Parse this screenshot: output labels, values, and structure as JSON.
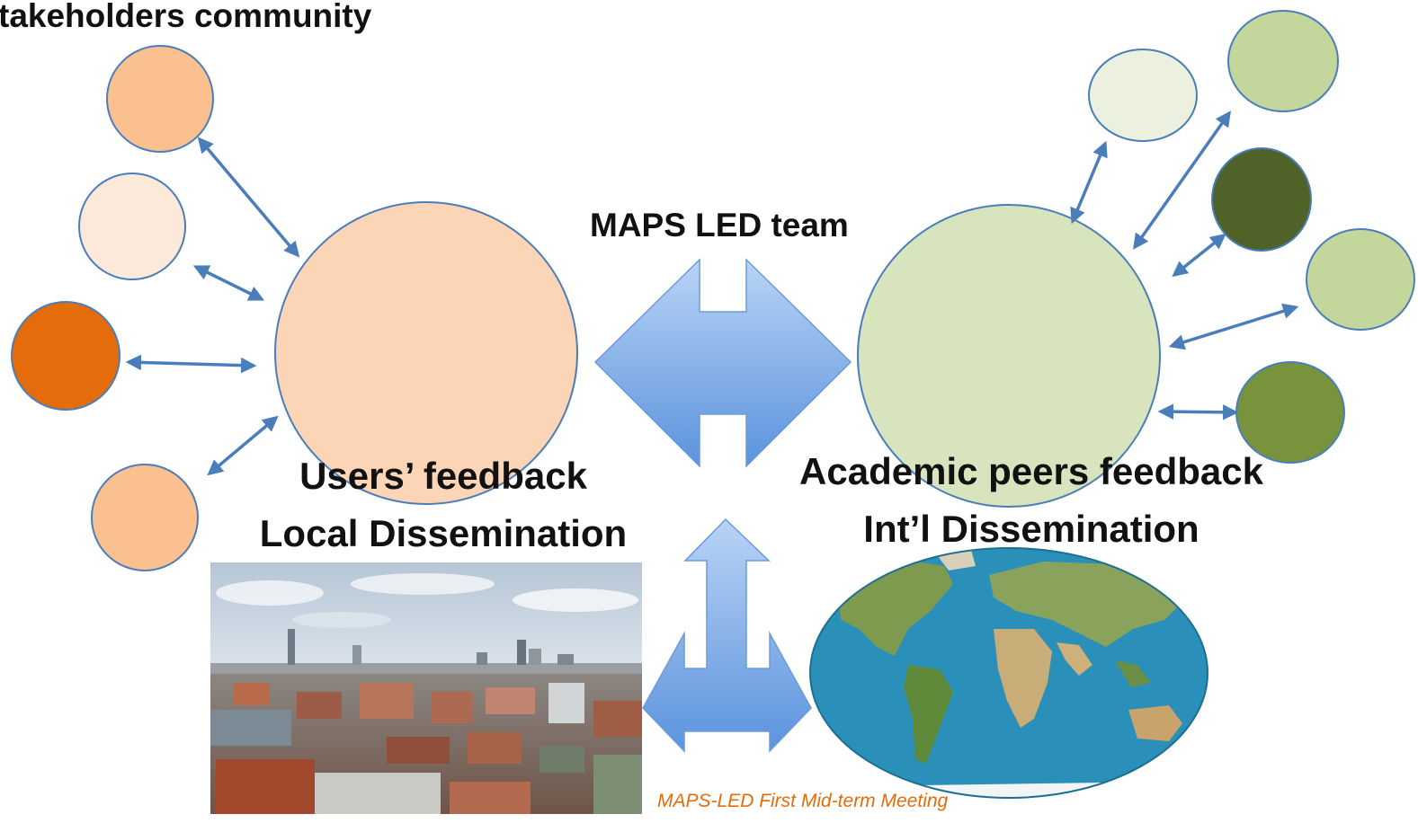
{
  "header": {
    "stakeholders_title": "takeholders community"
  },
  "center": {
    "team_label": "MAPS LED team"
  },
  "left_hub": {
    "line1": "Users’ feedback",
    "line2": "Local Dissemination"
  },
  "right_hub": {
    "line1": "Academic peers feedback",
    "line2": "Int’l Dissemination"
  },
  "footer": {
    "meeting_label": "MAPS-LED First Mid-term Meeting"
  },
  "colors": {
    "left_hub_fill": "#fbd5b5",
    "right_hub_fill": "#d7e4bd",
    "outline": "#4a7ebb",
    "arrow": "#4a7ebb",
    "big_arrow_light": "#aecbf3",
    "big_arrow_dark": "#5b93dd",
    "left_nodes": [
      "#fac090",
      "#fde9d9",
      "#e46c0a",
      "#fac090"
    ],
    "right_nodes": [
      "#ebf1de",
      "#c3d69b",
      "#4f6228",
      "#c3d69b",
      "#77933c"
    ],
    "footer_text": "#e46c0a"
  },
  "images": {
    "city_photo": "aerial-city-photo",
    "world_map": "world-map-icon"
  }
}
